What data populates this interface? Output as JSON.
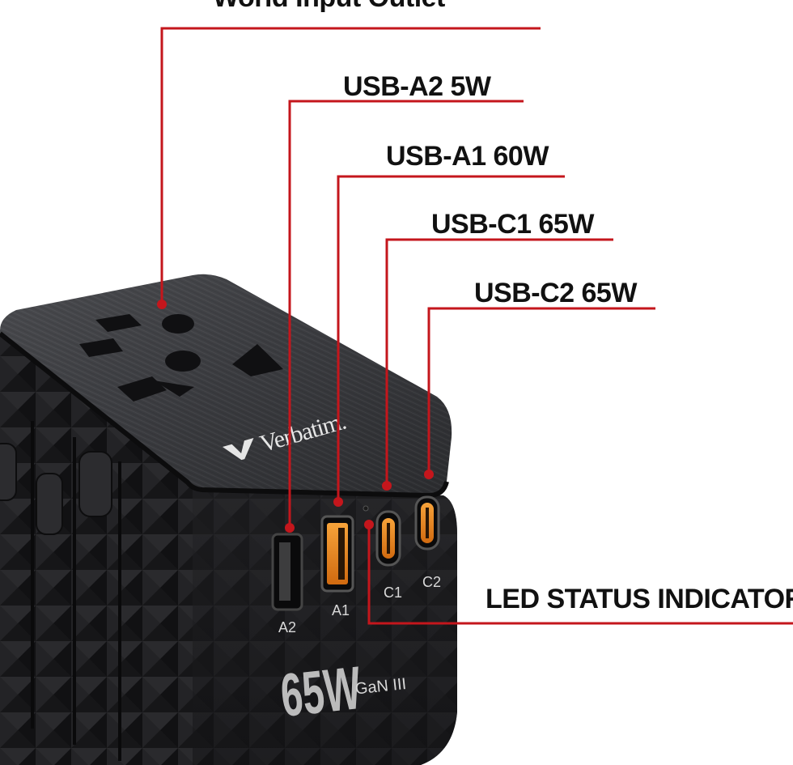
{
  "callouts": {
    "world_input": "World Input Outlet",
    "usb_a2": "USB-A2 5W",
    "usb_a1": "USB-A1 60W",
    "usb_c1": "USB-C1 65W",
    "usb_c2": "USB-C2 65W",
    "led": "LED STATUS INDICATOR"
  },
  "device": {
    "brand": "Verbatim",
    "wattage": "65W",
    "technology": "GaN III",
    "ports": {
      "a2": "A2",
      "a1": "A1",
      "c1": "C1",
      "c2": "C2"
    }
  },
  "colors": {
    "callout_line": "#c4161c",
    "device_body": "#1b1b1d",
    "outlet_plate": "#3a3b3e",
    "port_glow": "#f08a1c",
    "label_text": "#111111"
  }
}
